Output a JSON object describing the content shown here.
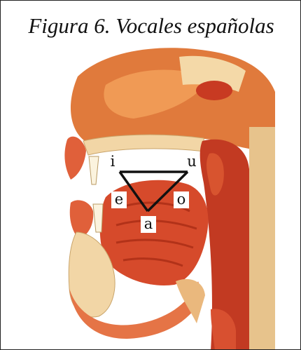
{
  "figure": {
    "caption": "Figura 6. Vocales españolas"
  },
  "vowels": {
    "i": "i",
    "u": "u",
    "e": "e",
    "o": "o",
    "a": "a"
  },
  "colors": {
    "tissue_red": "#d64a2b",
    "tissue_light": "#e8795a",
    "bone": "#f2d6a6",
    "line": "#111111",
    "label_bg": "#ffffff"
  }
}
